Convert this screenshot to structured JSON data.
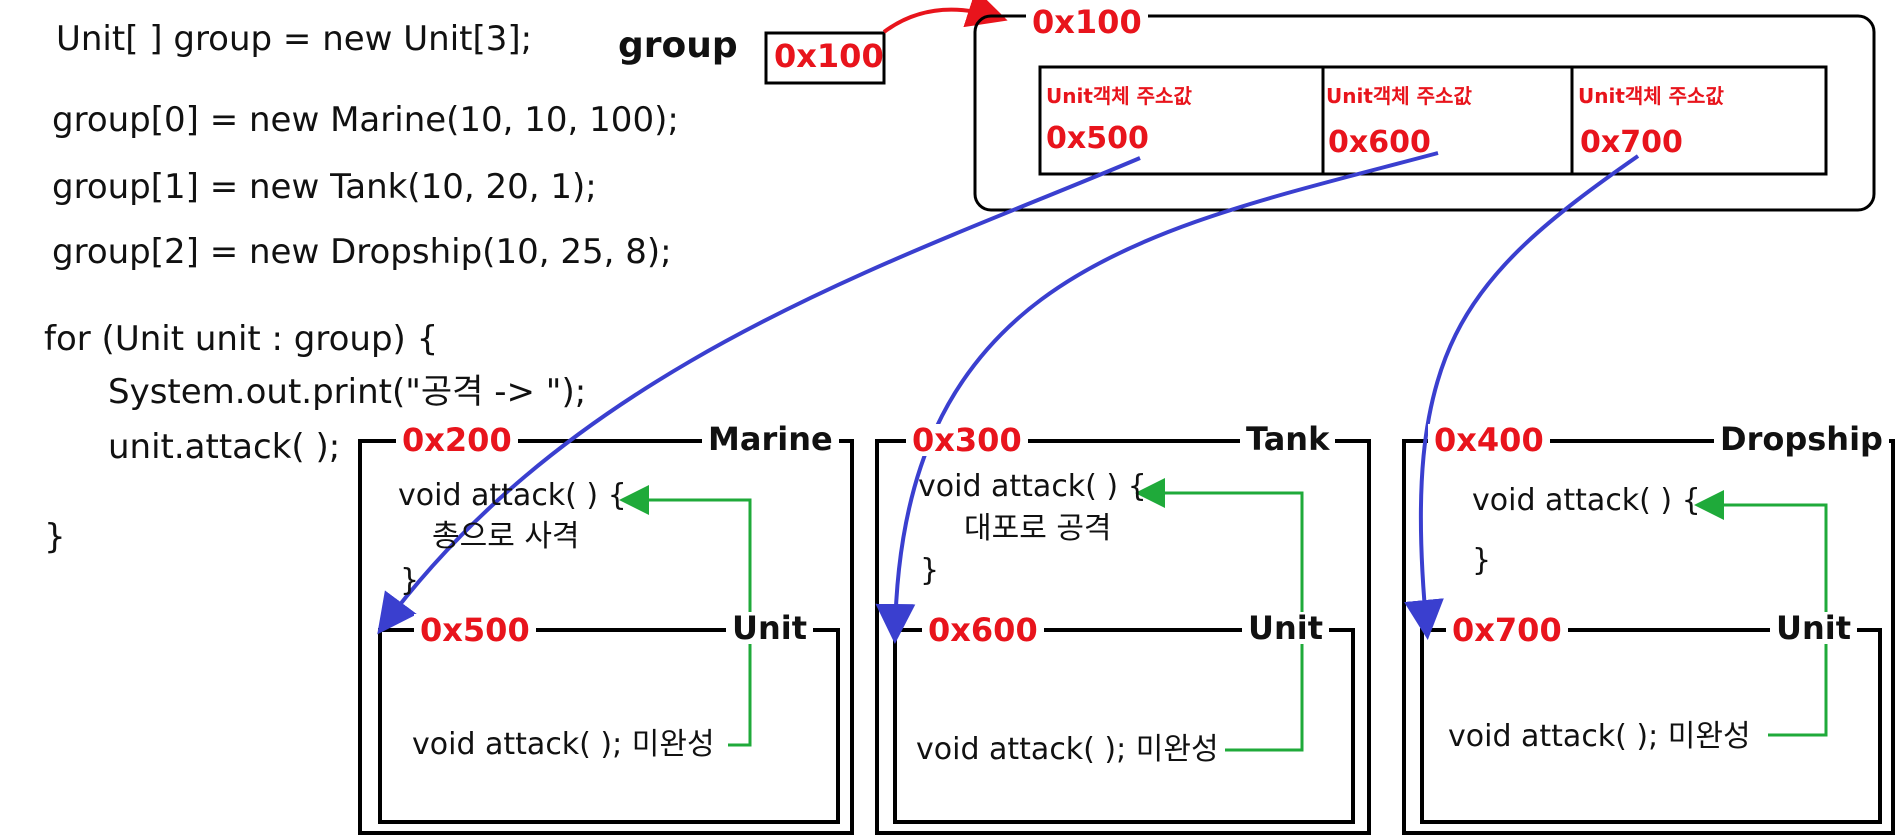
{
  "code": {
    "line1": "Unit[ ] group = new Unit[3];",
    "line2": "group[0] = new Marine(10, 10, 100);",
    "line3": "group[1] = new Tank(10, 20, 1);",
    "line4": "group[2] = new Dropship(10, 25, 8);",
    "line5": "for (Unit unit : group) {",
    "line6": "System.out.print(\"공격 -> \");",
    "line7": "unit.attack( );",
    "line8": "}"
  },
  "group_ref": {
    "label": "group",
    "value": "0x100"
  },
  "array": {
    "address": "0x100",
    "cells": [
      {
        "caption": "Unit객체 주소값",
        "address": "0x500"
      },
      {
        "caption": "Unit객체 주소값",
        "address": "0x600"
      },
      {
        "caption": "Unit객체 주소값",
        "address": "0x700"
      }
    ]
  },
  "objects": [
    {
      "address": "0x200",
      "name": "Marine",
      "method_open": "void attack( ) {",
      "body": "총으로 사격",
      "close": "}",
      "parent": {
        "address": "0x500",
        "name": "Unit",
        "method": "void attack( ); 미완성"
      }
    },
    {
      "address": "0x300",
      "name": "Tank",
      "method_open": "void attack( ) {",
      "body": "대포로 공격",
      "close": "}",
      "parent": {
        "address": "0x600",
        "name": "Unit",
        "method": "void attack( ); 미완성"
      }
    },
    {
      "address": "0x400",
      "name": "Dropship",
      "method_open": "void attack( ) {",
      "body": "",
      "close": "}",
      "parent": {
        "address": "0x700",
        "name": "Unit",
        "method": "void attack( ); 미완성"
      }
    }
  ],
  "colors": {
    "address": "#e8141c",
    "reference_arrow": "#3a3fcf",
    "override_link": "#1faa3a",
    "outline": "#000000"
  }
}
